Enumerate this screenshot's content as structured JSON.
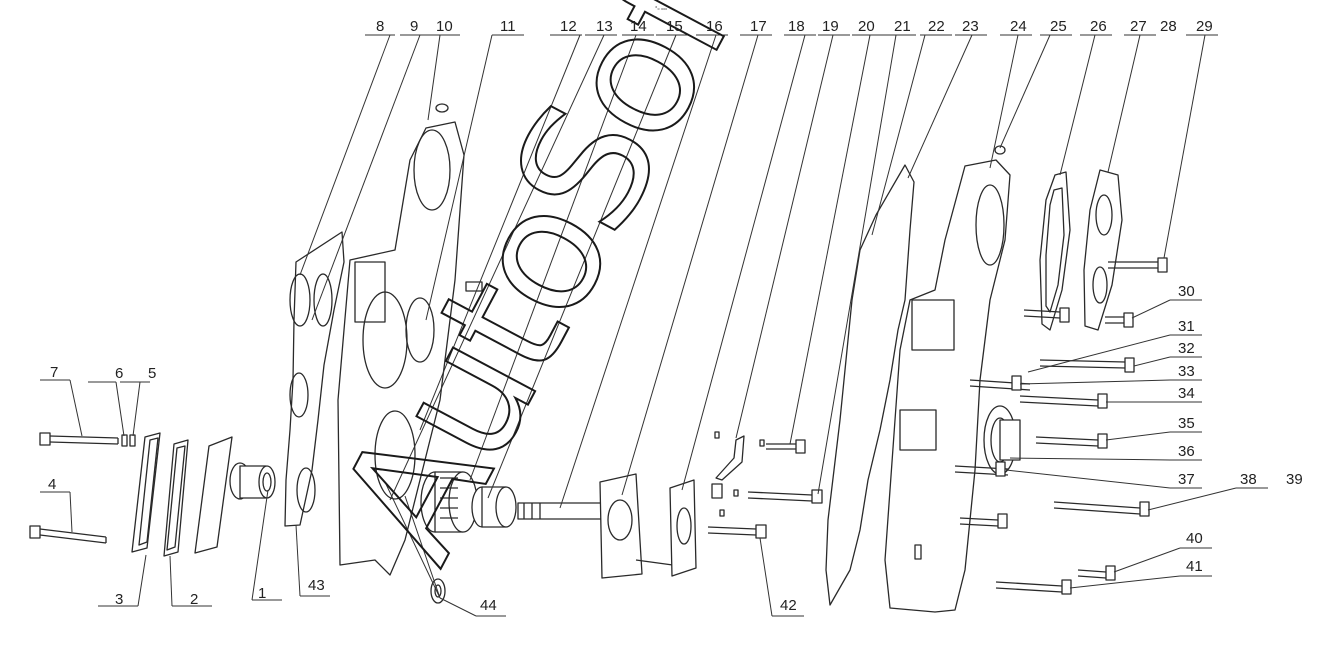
{
  "diagram": {
    "header_mark": "°₀ ₀₀₀",
    "watermark": "AutoSoft",
    "callouts": [
      "1",
      "2",
      "3",
      "4",
      "5",
      "6",
      "7",
      "8",
      "9",
      "10",
      "11",
      "12",
      "13",
      "14",
      "15",
      "16",
      "17",
      "18",
      "19",
      "20",
      "21",
      "22",
      "23",
      "24",
      "25",
      "26",
      "27",
      "28",
      "29",
      "30",
      "31",
      "32",
      "33",
      "34",
      "35",
      "36",
      "37",
      "38",
      "39",
      "40",
      "41",
      "42",
      "43",
      "44"
    ]
  }
}
